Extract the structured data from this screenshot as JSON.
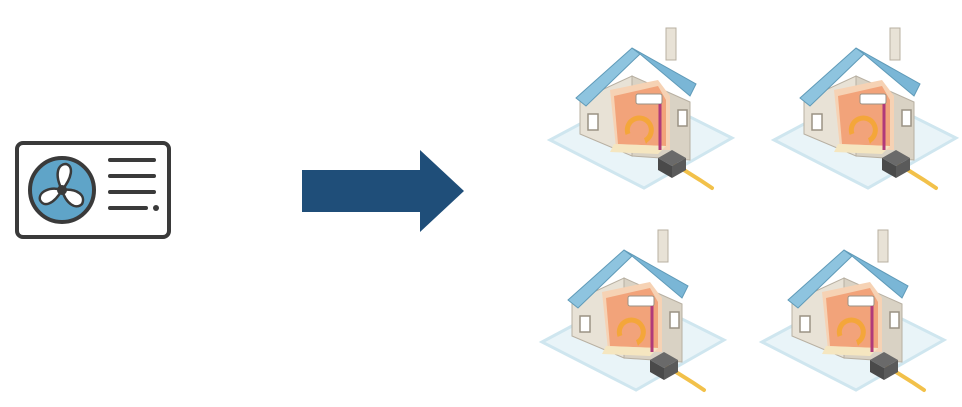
{
  "diagram": {
    "source_label": "",
    "houses": [
      {
        "id": "house-1"
      },
      {
        "id": "house-2"
      },
      {
        "id": "house-3"
      },
      {
        "id": "house-4"
      }
    ]
  },
  "colors": {
    "ac_outline": "#3a3a3a",
    "ac_fan_fill": "#5fa4c8",
    "arrow": "#1f4e79",
    "roof": "#7ab6d6",
    "wall": "#e8e2d6",
    "interior": "#f08a5a",
    "base": "#cfe6ef"
  }
}
